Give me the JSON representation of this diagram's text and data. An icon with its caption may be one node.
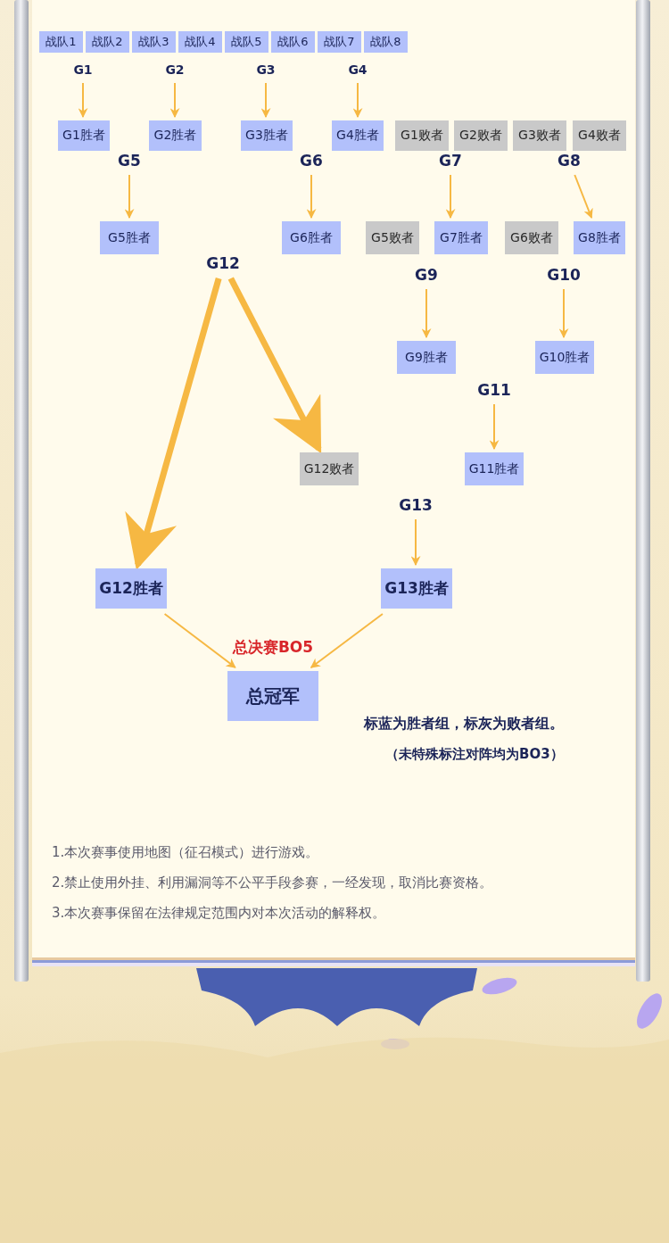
{
  "diagram": {
    "nodes": [
      {
        "text": [
          "战队1"
        ]
      },
      {
        "text": [
          "战队2"
        ]
      },
      {
        "text": [
          "战队3"
        ]
      },
      {
        "text": [
          "战队4"
        ]
      },
      {
        "text": [
          "战队5"
        ]
      },
      {
        "text": [
          "战队6"
        ]
      },
      {
        "text": [
          "战队7"
        ]
      },
      {
        "text": [
          "战队8"
        ]
      },
      {
        "text": [
          "G1"
        ]
      },
      {
        "text": [
          "G2"
        ]
      },
      {
        "text": [
          "G3"
        ]
      },
      {
        "text": [
          "G4"
        ]
      },
      {
        "text": [
          "G1胜者"
        ]
      },
      {
        "text": [
          "G2胜者"
        ]
      },
      {
        "text": [
          "G3胜者"
        ]
      },
      {
        "text": [
          "G4胜者"
        ]
      },
      {
        "text": [
          "G1败者"
        ]
      },
      {
        "text": [
          "G2败者"
        ]
      },
      {
        "text": [
          "G3败者"
        ]
      },
      {
        "text": [
          "G4败者"
        ]
      },
      {
        "text": [
          "G5"
        ]
      },
      {
        "text": [
          "G6"
        ]
      },
      {
        "text": [
          "G7"
        ]
      },
      {
        "text": [
          "G8"
        ]
      },
      {
        "text": [
          "G5胜者"
        ]
      },
      {
        "text": [
          "G6胜者"
        ]
      },
      {
        "text": [
          "G5败者"
        ]
      },
      {
        "text": [
          "G7胜者"
        ]
      },
      {
        "text": [
          "G6败者"
        ]
      },
      {
        "text": [
          "G8胜者"
        ]
      },
      {
        "text": [
          "G12"
        ]
      },
      {
        "text": [
          "G9"
        ]
      },
      {
        "text": [
          "G10"
        ]
      },
      {
        "text": [
          "G9胜者"
        ]
      },
      {
        "text": [
          "G10胜者"
        ]
      },
      {
        "text": [
          "G11"
        ]
      },
      {
        "text": [
          "G12败者"
        ]
      },
      {
        "text": [
          "G11胜者"
        ]
      },
      {
        "text": [
          "G13"
        ]
      },
      {
        "text": [
          "G12胜者"
        ]
      },
      {
        "text": [
          "G13胜者"
        ]
      },
      {
        "text": [
          "总冠军"
        ]
      }
    ],
    "edges": [
      {
        "from": 8,
        "to": 12,
        "arrow": "to"
      },
      {
        "from": 9,
        "to": 13,
        "arrow": "to"
      },
      {
        "from": 10,
        "to": 14,
        "arrow": "to"
      },
      {
        "from": 11,
        "to": 15,
        "arrow": "to"
      },
      {
        "from": 20,
        "to": 24,
        "arrow": "to"
      },
      {
        "from": 21,
        "to": 25,
        "arrow": "to"
      },
      {
        "from": 22,
        "to": 27,
        "arrow": "to"
      },
      {
        "from": 23,
        "to": 29,
        "arrow": "to"
      },
      {
        "from": 30,
        "to": 39,
        "arrow": "to",
        "style": "thick"
      },
      {
        "from": 30,
        "to": 36,
        "arrow": "to",
        "style": "thick"
      },
      {
        "from": 31,
        "to": 33,
        "arrow": "to"
      },
      {
        "from": 32,
        "to": 34,
        "arrow": "to"
      },
      {
        "from": 35,
        "to": 37,
        "arrow": "to"
      },
      {
        "from": 38,
        "to": 40,
        "arrow": "to"
      },
      {
        "from": 39,
        "to": 41,
        "arrow": "to"
      },
      {
        "from": 40,
        "to": 41,
        "arrow": "to"
      }
    ],
    "labels": [
      "总决赛BO5",
      "标蓝为胜者组，标灰为败者组。",
      "（未特殊标注对阵均为BO3）",
      "1.本次赛事使用地图（征召模式）进行游戏。",
      "2.禁止使用外挂、利用漏洞等不公平手段参赛，一经发现，取消比赛资格。",
      "3.本次赛事保留在法律规定范围内对本次活动的解释权。"
    ]
  }
}
